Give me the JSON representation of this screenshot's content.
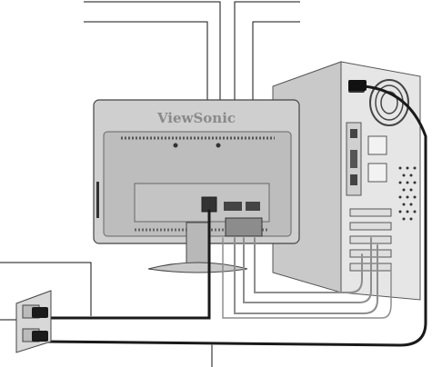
{
  "diagram": {
    "brand": "ViewSonic",
    "callout_lines": 6,
    "colors": {
      "line": "#111111",
      "monitor_body": "#cfcfcf",
      "monitor_dark": "#9a9a9a",
      "pc_case": "#e2e2e2",
      "pc_side": "#c9c9c9",
      "outlet_plate": "#d8d8d8",
      "cable_dark": "#1a1a1a",
      "cable_light": "#8e8e8e"
    },
    "parts": {
      "monitor": "monitor-rear",
      "computer": "desktop-tower",
      "outlet": "wall-outlet",
      "power_plug": "power-plug-icon",
      "vga_cable": "vga-cable",
      "dvi_cable": "dvi-cable",
      "audio_cable": "audio-cable"
    }
  }
}
